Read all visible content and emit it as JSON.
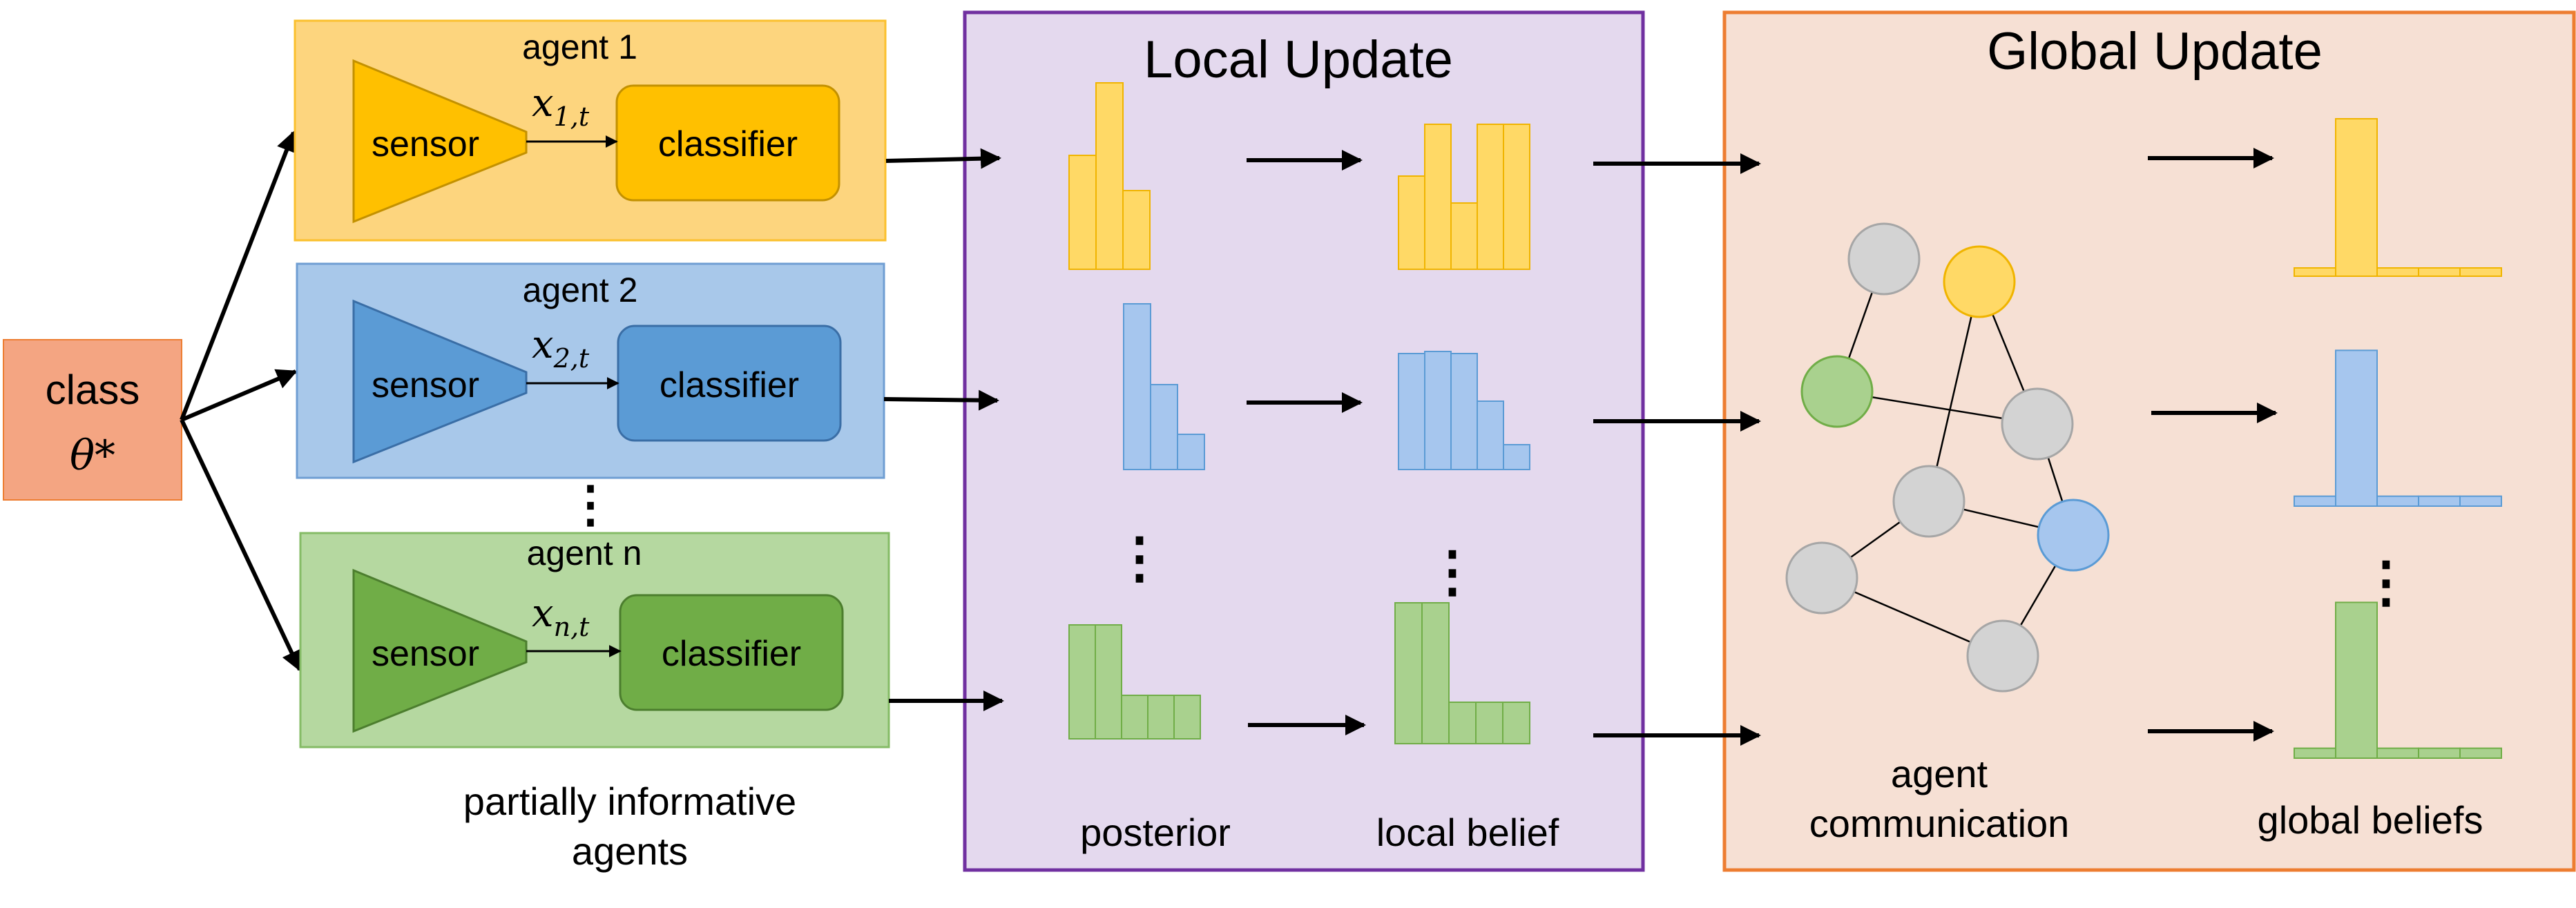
{
  "source": {
    "line1": "class",
    "line2": "θ*"
  },
  "agents": [
    {
      "label": "agent 1",
      "sensor": "sensor",
      "classifier": "classifier",
      "signal_base": "x",
      "signal_sub": "1,t",
      "colors": {
        "panel": "#fdd57e",
        "panel_border": "#fbc02d",
        "block": "#ffc000",
        "block_border": "#c39100"
      }
    },
    {
      "label": "agent 2",
      "sensor": "sensor",
      "classifier": "classifier",
      "signal_base": "x",
      "signal_sub": "2,t",
      "colors": {
        "panel": "#a8c8ea",
        "panel_border": "#6f9ed3",
        "block": "#5b9bd5",
        "block_border": "#3a6ea6"
      }
    },
    {
      "label": "agent n",
      "sensor": "sensor",
      "classifier": "classifier",
      "signal_base": "x",
      "signal_sub": "n,t",
      "colors": {
        "panel": "#b5d8a0",
        "panel_border": "#85bb66",
        "block": "#70ad47",
        "block_border": "#4c7e2e"
      }
    }
  ],
  "agents_caption": {
    "line1": "partially informative",
    "line2": "agents"
  },
  "local_update": {
    "title": "Local Update",
    "posterior_label": "posterior",
    "local_belief_label": "local belief",
    "colors": {
      "fill": "#e4d9ee",
      "border": "#7030a0"
    }
  },
  "global_update": {
    "title": "Global Update",
    "communication_label": {
      "line1": "agent",
      "line2": "communication"
    },
    "global_beliefs_label": "global beliefs",
    "colors": {
      "fill": "#f6e0d4",
      "border": "#ed7d31"
    }
  },
  "bar_colors": [
    {
      "fill": "#ffd966",
      "stroke": "#f0b400"
    },
    {
      "fill": "#a6c6ee",
      "stroke": "#5b9bd5"
    },
    {
      "fill": "#a9d18e",
      "stroke": "#70ad47"
    }
  ],
  "distributions": {
    "posterior": [
      [
        0.55,
        0.9,
        0.38
      ],
      [
        0.8,
        0.41,
        0.17
      ],
      [
        0.55,
        0.55,
        0.21,
        0.21,
        0.21
      ]
    ],
    "local_belief": [
      [
        0.45,
        0.7,
        0.32,
        0.7,
        0.7
      ],
      [
        0.56,
        0.57,
        0.56,
        0.33,
        0.12
      ],
      [
        0.68,
        0.68,
        0.2,
        0.2,
        0.2
      ]
    ],
    "global_belief": [
      [
        0.05,
        0.95,
        0.05,
        0.05,
        0.05
      ],
      [
        0.06,
        0.94,
        0.06,
        0.06,
        0.06
      ],
      [
        0.06,
        0.94,
        0.06,
        0.06,
        0.06
      ]
    ]
  },
  "network": {
    "nodes": [
      {
        "id": "n1",
        "color": "#d3d3d3",
        "stroke": "#a6a6a6"
      },
      {
        "id": "n2",
        "color": "#ffd966",
        "stroke": "#f0b400"
      },
      {
        "id": "n3",
        "color": "#a9d18e",
        "stroke": "#70ad47"
      },
      {
        "id": "n4",
        "color": "#d3d3d3",
        "stroke": "#a6a6a6"
      },
      {
        "id": "n5",
        "color": "#d3d3d3",
        "stroke": "#a6a6a6"
      },
      {
        "id": "n6",
        "color": "#a6c6ee",
        "stroke": "#5b9bd5"
      },
      {
        "id": "n7",
        "color": "#d3d3d3",
        "stroke": "#a6a6a6"
      },
      {
        "id": "n8",
        "color": "#d3d3d3",
        "stroke": "#a6a6a6"
      }
    ],
    "edges": [
      [
        "n1",
        "n3"
      ],
      [
        "n3",
        "n4"
      ],
      [
        "n2",
        "n5"
      ],
      [
        "n2",
        "n4"
      ],
      [
        "n4",
        "n6"
      ],
      [
        "n5",
        "n6"
      ],
      [
        "n5",
        "n7"
      ],
      [
        "n6",
        "n8"
      ],
      [
        "n7",
        "n8"
      ]
    ]
  },
  "ellipsis": "⋮"
}
